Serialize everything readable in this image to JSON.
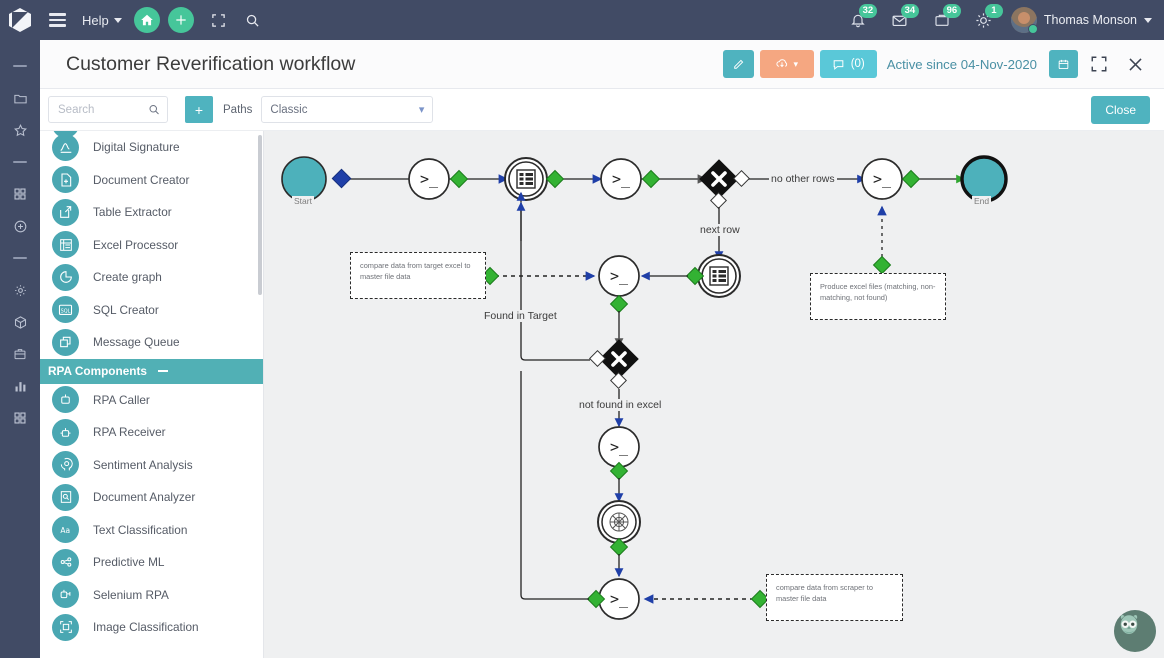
{
  "topnav": {
    "logo": "logo-hex",
    "menu_icon": "hamburger-icon",
    "help_label": "Help",
    "home_icon": "home-icon",
    "add_icon": "plus-icon",
    "fullscreen_icon": "fullscreen-icon",
    "search_icon": "search-icon",
    "indicators": [
      {
        "icon": "bell-icon",
        "count": "32"
      },
      {
        "icon": "envelope-icon",
        "count": "34"
      },
      {
        "icon": "briefcase-icon",
        "count": "96"
      },
      {
        "icon": "brightness-icon",
        "count": "1"
      }
    ],
    "username": "Thomas Monson"
  },
  "rail": {
    "items": [
      {
        "icon": "divider-icon"
      },
      {
        "icon": "folder-icon"
      },
      {
        "icon": "star-icon"
      },
      {
        "icon": "divider-icon"
      },
      {
        "icon": "grid-icon"
      },
      {
        "icon": "plus-circle-icon"
      },
      {
        "icon": "divider-icon"
      },
      {
        "icon": "gear-icon"
      },
      {
        "icon": "box-icon"
      },
      {
        "icon": "briefcase-icon"
      },
      {
        "icon": "bar-chart-icon"
      },
      {
        "icon": "grid-icon"
      }
    ]
  },
  "titlebar": {
    "title": "Customer Reverification workflow",
    "edit_icon": "pencil-icon",
    "deploy_icon": "cloud-download-icon",
    "deploy_caret": "chevron-down-icon",
    "comments_label": "(0)",
    "comments_icon": "comment-icon",
    "active_since": "Active since 04-Nov-2020",
    "calendar_icon": "calendar-icon",
    "expand_icon": "expand-icon",
    "close_icon": "close-icon"
  },
  "toolbar": {
    "search_placeholder": "Search",
    "search_value": "",
    "search_icon": "search-icon",
    "add_label": "+",
    "paths_label": "Paths",
    "paths_value": "Classic",
    "paths_caret": "chevron-down-icon",
    "close_label": "Close"
  },
  "palette": {
    "items": [
      {
        "label": "",
        "icon": "component-icon",
        "partial": true
      },
      {
        "label": "Digital Signature",
        "icon": "signature-icon"
      },
      {
        "label": "Document Creator",
        "icon": "document-plus-icon"
      },
      {
        "label": "Table Extractor",
        "icon": "table-extract-icon"
      },
      {
        "label": "Excel Processor",
        "icon": "excel-list-icon"
      },
      {
        "label": "Create graph",
        "icon": "pie-chart-icon"
      },
      {
        "label": "SQL Creator",
        "icon": "sql-icon"
      },
      {
        "label": "Message Queue",
        "icon": "queue-icon"
      }
    ],
    "group_label": "RPA Components",
    "group_toggle": "minus-icon",
    "rpa_items": [
      {
        "label": "RPA Caller",
        "icon": "robot-icon"
      },
      {
        "label": "RPA Receiver",
        "icon": "robot-receive-icon"
      },
      {
        "label": "Sentiment Analysis",
        "icon": "head-sentiment-icon"
      },
      {
        "label": "Document Analyzer",
        "icon": "document-search-icon"
      },
      {
        "label": "Text Classification",
        "icon": "text-aa-icon"
      },
      {
        "label": "Predictive ML",
        "icon": "predictive-ml-icon"
      },
      {
        "label": "Selenium RPA",
        "icon": "selenium-robot-icon"
      },
      {
        "label": "Image Classification",
        "icon": "image-frame-icon"
      }
    ]
  },
  "canvas": {
    "start_label": "Start",
    "end_label": "End",
    "edge_labels": [
      "no other rows",
      "next row",
      "Found in Target",
      "not found in excel"
    ],
    "notes": [
      "compare data from target excel to master file data",
      "Produce excel files (matching, non-matching, not found)",
      "compare data from scraper to master file data"
    ],
    "chat_icon": "owl-chat-icon"
  },
  "colors": {
    "navbar": "#414b65",
    "accent_green": "#46c69a",
    "teal": "#4fb3bf",
    "orange": "#f5a781",
    "cyan": "#5ac8d8",
    "group_teal": "#51b0b5",
    "canvas_bg": "#eff0f1",
    "node_green": "#33b233",
    "node_blue": "#1f3fa8",
    "start_fill": "#4db1bb"
  }
}
